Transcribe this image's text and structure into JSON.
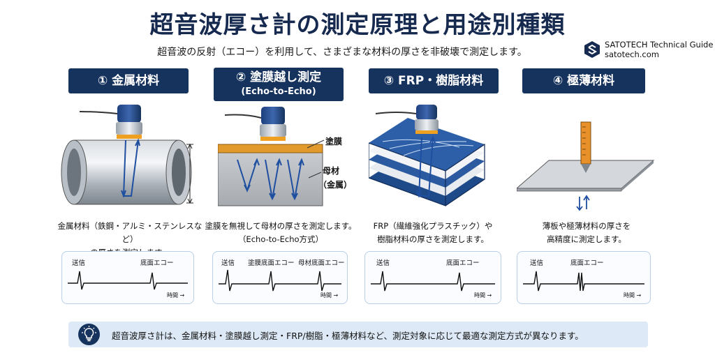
{
  "header": {
    "title": "超音波厚さ計の測定原理と用途別種類",
    "subtitle": "超音波の反射（エコー）を利用して、さまざまな材料の厚さを非破壊で測定します。",
    "brand_name": "SATOTECH Technical Guide",
    "brand_url": "satotech.com"
  },
  "panels": [
    {
      "label": "① 金属材料",
      "description_line1": "金属材料（鉄鋼・アルミ・ステンレスなど）",
      "description_line2": "の厚さを測定します。",
      "signals": [
        "送信",
        "底面エコー"
      ],
      "time_label": "時間 →"
    },
    {
      "label": "② 塗膜越し測定",
      "label_sub": "(Echo-to-Echo)",
      "material_labels": [
        "塗膜",
        "母材",
        "（金属）"
      ],
      "description_line1": "塗膜を無視して母材の厚さを測定します。",
      "description_line2": "（Echo-to-Echo方式）",
      "signals": [
        "送信",
        "塗膜底面エコー",
        "母材底面エコー"
      ],
      "time_label": "時間 →"
    },
    {
      "label": "③ FRP・樹脂材料",
      "description_line1": "FRP（繊維強化プラスチック）や",
      "description_line2": "樹脂材料の厚さを測定します。",
      "signals": [
        "送信",
        "底面エコー"
      ],
      "time_label": "時間 →"
    },
    {
      "label": "④ 極薄材料",
      "description_line1": "薄板や極薄材料の厚さを",
      "description_line2": "高精度に測定します。",
      "signals": [
        "送信",
        "底面エコー"
      ],
      "time_label": "時間 →"
    }
  ],
  "footer": {
    "note": "超音波厚さ計は、金属材料・塗膜越し測定・FRP/樹脂・極薄材料など、測定対象に応じて最適な測定方式が異なります。",
    "icon": "lightbulb-icon"
  },
  "colors": {
    "navy": "#16335e",
    "wave": "#1e4fa0",
    "probe_band": "#f0a020",
    "coating": "#e39a2c",
    "scope_border": "#b8cfe6",
    "note_bg": "#dde9f6"
  }
}
